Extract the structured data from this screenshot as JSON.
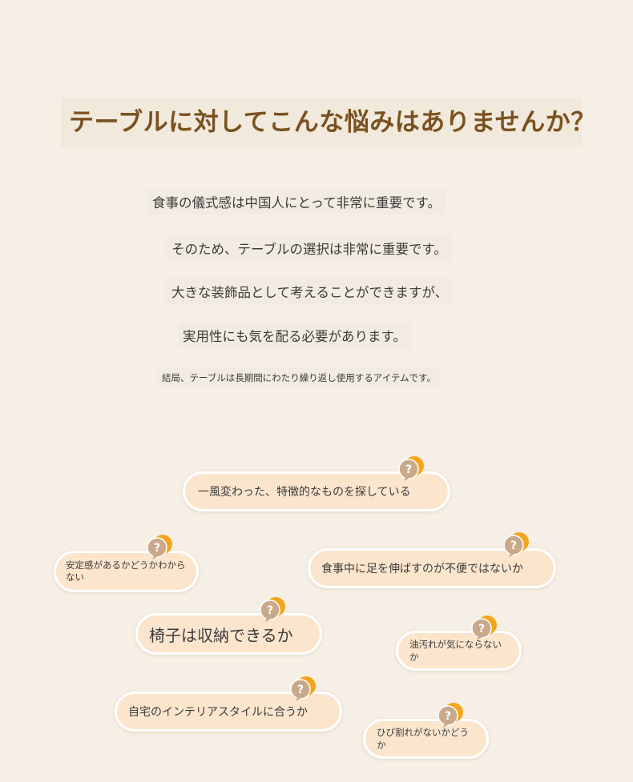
{
  "title": "テーブルに対してこんな悩みはありませんか？",
  "intro": [
    "食事の儀式感は中国人にとって非常に重要です。",
    "そのため、テーブルの選択は非常に重要です。",
    "大きな装飾品として考えることができますが、",
    "実用性にも気を配る必要があります。",
    "結局、テーブルは長期間にわたり繰り返し使用するアイテムです。"
  ],
  "concerns": [
    "一風変わった、特徴的なものを探している",
    "安定感があるかどうかわからない",
    "食事中に足を伸ばすのが不便ではないか",
    "椅子は収納できるか",
    "油汚れが気にならないか",
    "自宅のインテリアスタイルに合うか",
    "ひび割れがないかどうか"
  ],
  "colors": {
    "background": "#f6efe5",
    "title": "#7a5220",
    "bubble": "#fbe5cd",
    "icon_front": "#c9a98a",
    "icon_back": "#f3a51c"
  },
  "icon": "question-bubble-icon"
}
